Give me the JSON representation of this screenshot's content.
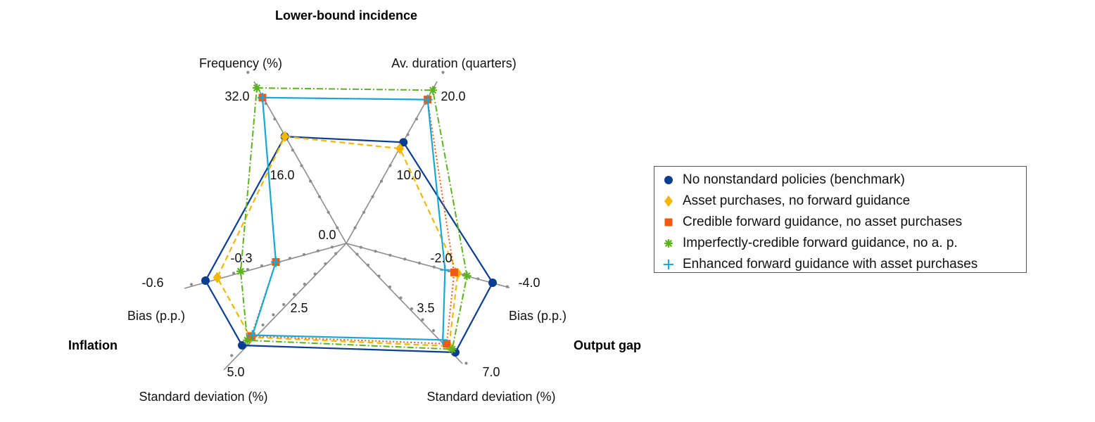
{
  "chart_data": {
    "type": "radar",
    "groups": [
      {
        "name": "Lower-bound incidence",
        "axes": [
          "Frequency (%)",
          "Av. duration (quarters)"
        ]
      },
      {
        "name": "Output gap",
        "axes": [
          "Bias (p.p.)",
          "Standard deviation (%)"
        ]
      },
      {
        "name": "Inflation",
        "axes": [
          "Standard deviation (%)",
          "Bias (p.p.)"
        ]
      }
    ],
    "axes": [
      {
        "key": "freq",
        "label": "Frequency (%)",
        "min": 0,
        "max": 32.0,
        "mid_label": "16.0",
        "max_label": "32.0",
        "zero_label": "0.0"
      },
      {
        "key": "dur",
        "label": "Av. duration (quarters)",
        "min": 0,
        "max": 20.0,
        "mid_label": "10.0",
        "max_label": "20.0"
      },
      {
        "key": "ygb",
        "label": "Bias (p.p.)",
        "min": 0,
        "max": -4.0,
        "mid_label": "-2.0",
        "max_label": "-4.0"
      },
      {
        "key": "ygsd",
        "label": "Standard deviation (%)",
        "min": 0,
        "max": 7.0,
        "mid_label": "3.5",
        "max_label": "7.0"
      },
      {
        "key": "infsd",
        "label": "Standard deviation (%)",
        "min": 0,
        "max": 5.0,
        "mid_label": "2.5",
        "max_label": "5.0"
      },
      {
        "key": "infb",
        "label": "Bias (p.p.)",
        "min": 0,
        "max": -0.6,
        "mid_label": "-0.3",
        "max_label": "-0.6"
      }
    ],
    "series": [
      {
        "name": "No nonstandard policies (benchmark)",
        "color": "#0b3d91",
        "marker": "circle",
        "values": [
          22.0,
          13.0,
          -4.0,
          7.0,
          5.0,
          -0.6
        ]
      },
      {
        "name": "Asset purchases, no forward guidance",
        "color": "#f2b705",
        "marker": "diamond",
        "values": [
          22.0,
          12.2,
          -3.05,
          6.6,
          4.6,
          -0.55
        ]
      },
      {
        "name": "Credible forward guidance, no asset purchases",
        "color": "#f05a12",
        "marker": "square",
        "values": [
          30.0,
          18.5,
          -2.95,
          6.45,
          4.55,
          -0.3
        ]
      },
      {
        "name": "Imperfectly-credible forward guidance, no a. p.",
        "color": "#5db31e",
        "marker": "asterisk",
        "values": [
          32.0,
          19.7,
          -3.3,
          6.8,
          4.75,
          -0.45
        ]
      },
      {
        "name": "Enhanced forward guidance with asset purchases",
        "color": "#18a8d8",
        "marker": "plus",
        "values": [
          30.0,
          18.5,
          -2.7,
          6.2,
          4.5,
          -0.3
        ]
      }
    ]
  }
}
